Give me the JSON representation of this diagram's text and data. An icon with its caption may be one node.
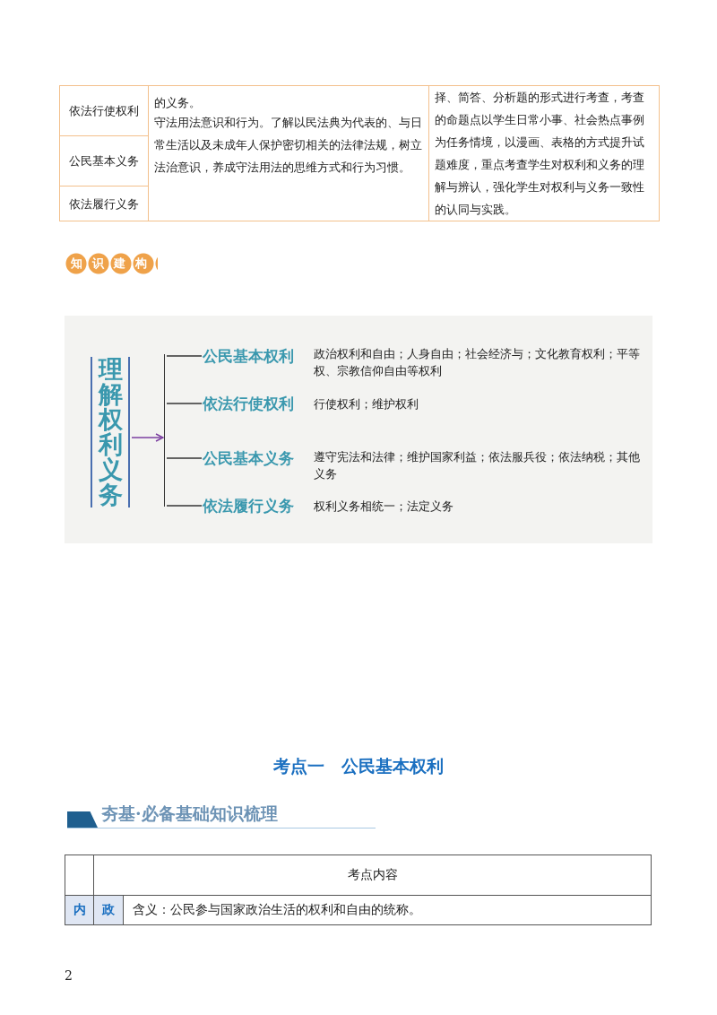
{
  "diagram": {
    "nodes": [
      {
        "text": [
          "理解权利义务"
        ]
      },
      {
        "text": [],
        "shape": "bracket"
      },
      {
        "text": [
          "公民基本权利"
        ],
        "beside": [
          "政治权利和自由；人身自由；社会经济与；文化教育权利；平等权、宗教信仰自由等权利"
        ]
      },
      {
        "text": [
          "依法行使权利"
        ],
        "beside": [
          "行使权利；维护权利"
        ]
      },
      {
        "text": [
          "公民基本义务"
        ],
        "beside": [
          "遵守宪法和法律；维护国家利益；依法服兵役；依法纳税；其他义务"
        ]
      },
      {
        "text": [
          "依法履行义务"
        ],
        "beside": [
          "权利义务相统一；法定义务"
        ]
      }
    ],
    "edges": [
      {
        "from": 0,
        "to": 1,
        "arrow": "to",
        "color": "#7b3fa0"
      },
      {
        "from": 1,
        "to": 2,
        "arrow": "none"
      },
      {
        "from": 1,
        "to": 3,
        "arrow": "none"
      },
      {
        "from": 1,
        "to": 4,
        "arrow": "none"
      },
      {
        "from": 1,
        "to": 5,
        "arrow": "none"
      }
    ],
    "labels": [
      "依法行使权利",
      "的义务。",
      "守法用法意识和行为。了解以民法典为代表的、与日常生活以及未成年人保护密切相关的法律法规，树立法治意识，养成守法用法的思维方式和行为习惯。",
      "择、简答、分析题的形式进行考查，考查的命题点以学生日常小事、社会热点事例为任务情境，以漫画、表格的方式提升试题难度，重点考查学生对权利和义务的理解与辨认，强化学生对权利与义务一致性的认同与实践。",
      "公民基本义务",
      "依法履行义务",
      "知识建构",
      "考点一　公民基本权利",
      "夯基·必备基础知识梳理",
      "考点内容",
      "内",
      "政",
      "含义：公民参与国家政治生活的权利和自由的统称。",
      "2"
    ]
  }
}
